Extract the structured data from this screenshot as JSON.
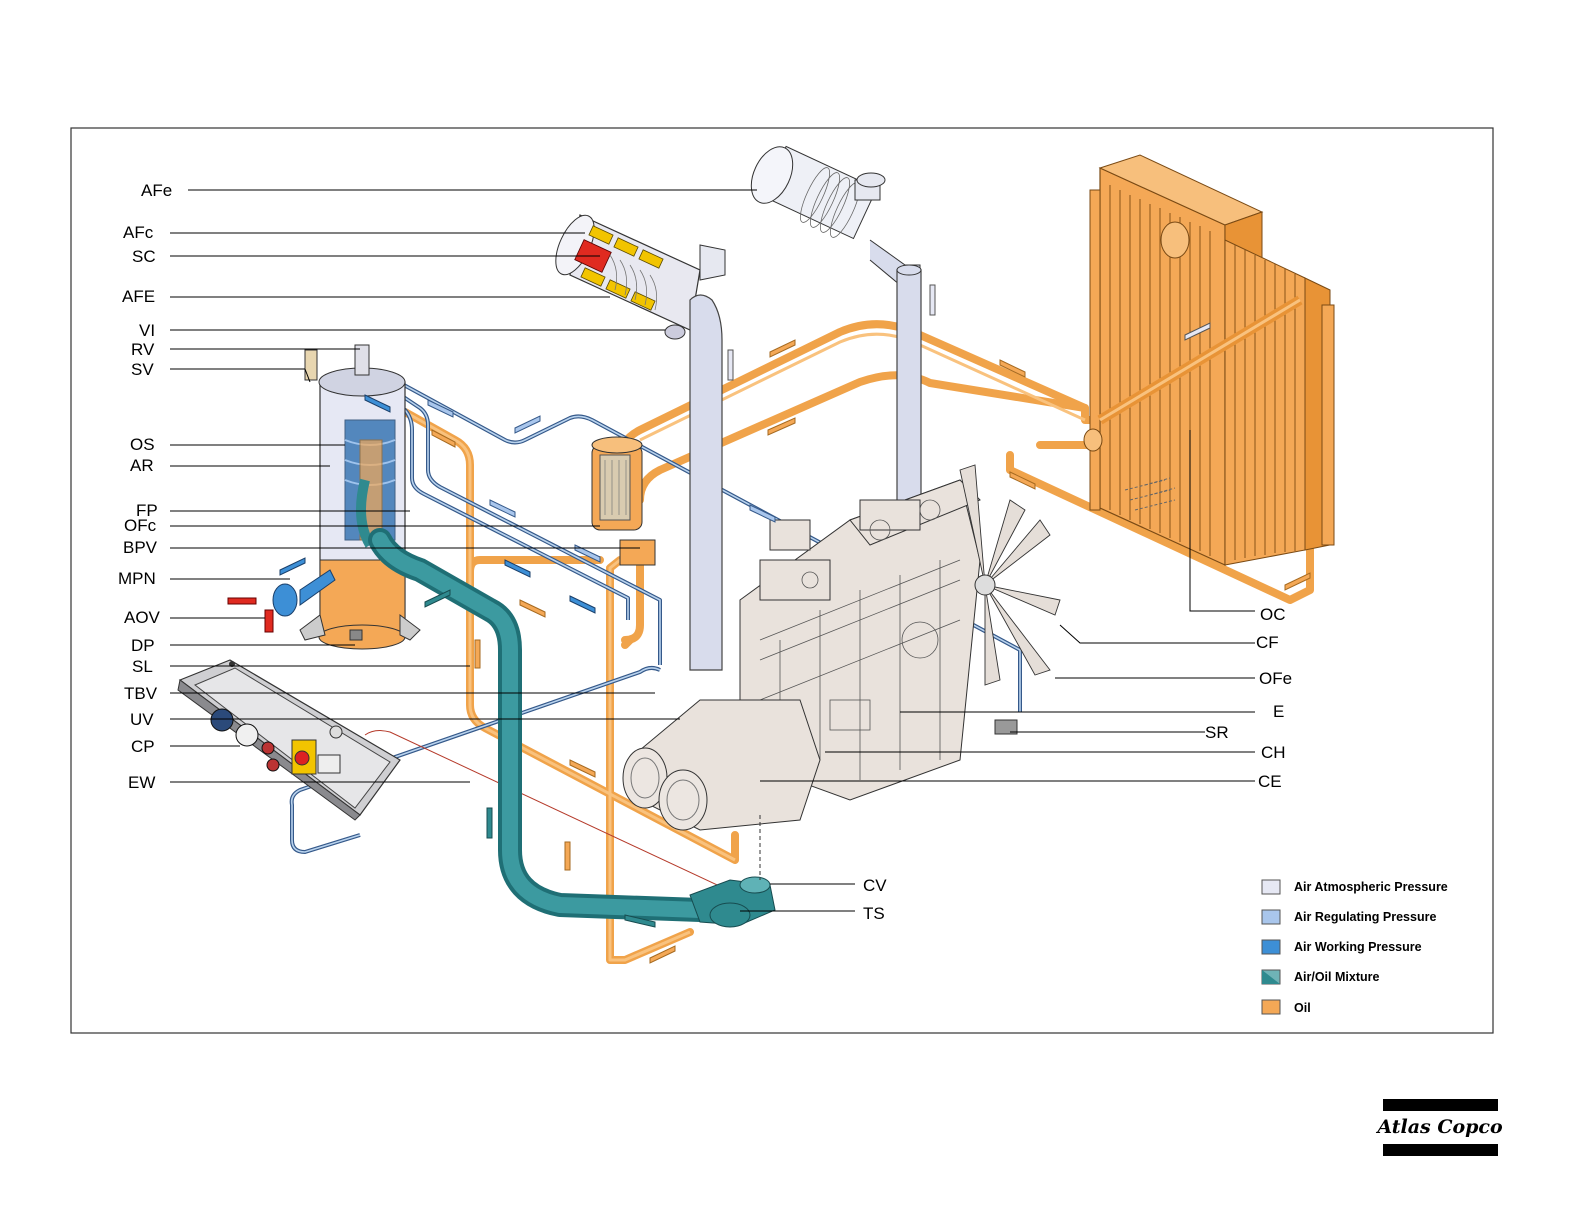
{
  "labels_left": [
    {
      "id": "AFe",
      "text": "AFe"
    },
    {
      "id": "AFc",
      "text": "AFc"
    },
    {
      "id": "SC",
      "text": "SC"
    },
    {
      "id": "AFE",
      "text": "AFE"
    },
    {
      "id": "VI",
      "text": "VI"
    },
    {
      "id": "RV",
      "text": "RV"
    },
    {
      "id": "SV",
      "text": "SV"
    },
    {
      "id": "OS",
      "text": "OS"
    },
    {
      "id": "AR",
      "text": "AR"
    },
    {
      "id": "FP",
      "text": "FP"
    },
    {
      "id": "OFc",
      "text": "OFc"
    },
    {
      "id": "BPV",
      "text": "BPV"
    },
    {
      "id": "MPN",
      "text": "MPN"
    },
    {
      "id": "AOV",
      "text": "AOV"
    },
    {
      "id": "DP",
      "text": "DP"
    },
    {
      "id": "SL",
      "text": "SL"
    },
    {
      "id": "TBV",
      "text": "TBV"
    },
    {
      "id": "UV",
      "text": "UV"
    },
    {
      "id": "CP",
      "text": "CP"
    },
    {
      "id": "EW",
      "text": "EW"
    }
  ],
  "labels_right": [
    {
      "id": "OC",
      "text": "OC"
    },
    {
      "id": "CF",
      "text": "CF"
    },
    {
      "id": "OFe",
      "text": "OFe"
    },
    {
      "id": "E",
      "text": "E"
    },
    {
      "id": "SR",
      "text": "SR"
    },
    {
      "id": "CH",
      "text": "CH"
    },
    {
      "id": "CE",
      "text": "CE"
    },
    {
      "id": "CV",
      "text": "CV"
    },
    {
      "id": "TS",
      "text": "TS"
    }
  ],
  "legend": [
    {
      "text": "Air Atmospheric Pressure",
      "color": "#e6e8f4"
    },
    {
      "text": "Air Regulating Pressure",
      "color": "#a9c6ec"
    },
    {
      "text": "Air Working Pressure",
      "color": "#3d8fd6"
    },
    {
      "text": "Air/Oil Mixture",
      "color": "#2f8a8f"
    },
    {
      "text": "Oil",
      "color": "#f4a856"
    }
  ],
  "brand": {
    "logo_text": "Atlas Copco"
  },
  "colors": {
    "oil": "#f0a34a",
    "mixture": "#2f8a8f",
    "working_air": "#3d8fd6",
    "regulating_air": "#a9c6ec",
    "atmospheric_air": "#e6e8f4",
    "frame": "#333333"
  }
}
